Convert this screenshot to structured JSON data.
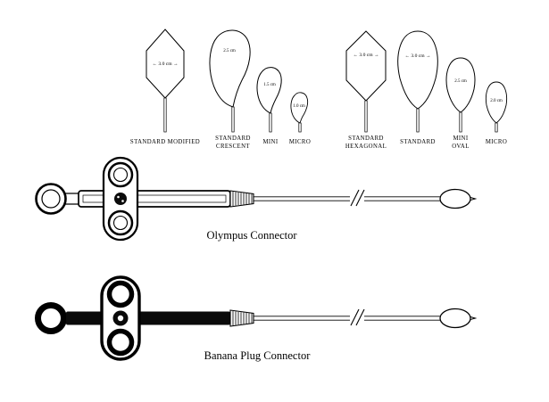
{
  "figure": {
    "background": "#ffffff",
    "ink": "#000000"
  },
  "snares": [
    {
      "id": "standard-modified",
      "size": "← 3.0 cm →",
      "label1": "STANDARD MODIFIED",
      "label2": ""
    },
    {
      "id": "standard-crescent",
      "size": "2.5 cm",
      "label1": "STANDARD",
      "label2": "CRESCENT"
    },
    {
      "id": "mini-crescent",
      "size": "1.5 cm",
      "label1": "MINI",
      "label2": ""
    },
    {
      "id": "micro-crescent",
      "size": "1.0 cm",
      "label1": "MICRO",
      "label2": ""
    },
    {
      "id": "standard-hexagonal",
      "size": "← 3.0 cm →",
      "label1": "STANDARD",
      "label2": "HEXAGONAL"
    },
    {
      "id": "standard-oval",
      "size": "← 3.0 cm →",
      "label1": "STANDARD",
      "label2": ""
    },
    {
      "id": "mini-oval",
      "size": "2.5 cm",
      "label1": "MINI",
      "label2": "OVAL"
    },
    {
      "id": "micro-oval",
      "size": "2.0 cm",
      "label1": "MICRO",
      "label2": ""
    }
  ],
  "connectors": [
    {
      "id": "olympus",
      "label": "Olympus Connector"
    },
    {
      "id": "banana-plug",
      "label": "Banana Plug Connector"
    }
  ]
}
